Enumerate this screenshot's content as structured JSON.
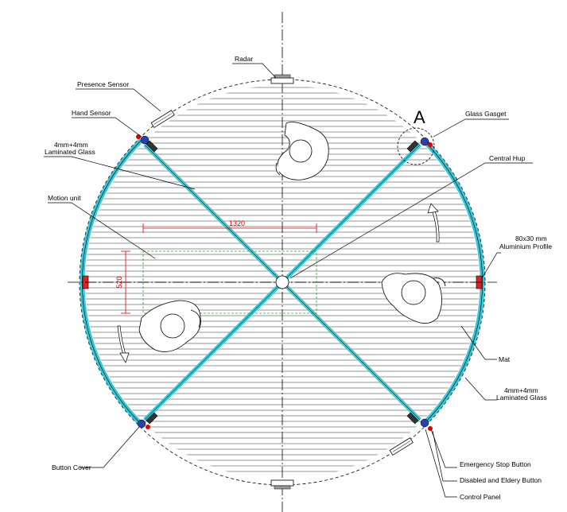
{
  "labels": {
    "radar": "Radar",
    "presence_sensor": "Presence Sensor",
    "hand_sensor": "Hand Sensor",
    "laminated_glass_top_1": "4mm+4mm",
    "laminated_glass_top_2": "Laminated Glass",
    "motion_unit": "Motion unit",
    "glass_gasket": "Glass Gasget",
    "central_hub": "Central Hup",
    "aluminium_profile_1": "80x30 mm",
    "aluminium_profile_2": "Aluminium Profile",
    "mat": "Mat",
    "laminated_glass_bottom_1": "4mm+4mm",
    "laminated_glass_bottom_2": "Laminated Glass",
    "button_cover": "Button Cover",
    "emergency_stop_button": "Emergency Stop Button",
    "disabled_button": "Disabled and Eldery Button",
    "control_panel": "Control Panel",
    "detail_marker": "A"
  },
  "dimensions": {
    "width": "1320",
    "height": "520"
  },
  "colors": {
    "glass": "#38c6d4",
    "dimension": "#e00000",
    "motion_box": "#22aa22",
    "mat_lines": "#b8b8b8",
    "button_blue": "#2a3fb0",
    "button_red": "#e00000"
  }
}
